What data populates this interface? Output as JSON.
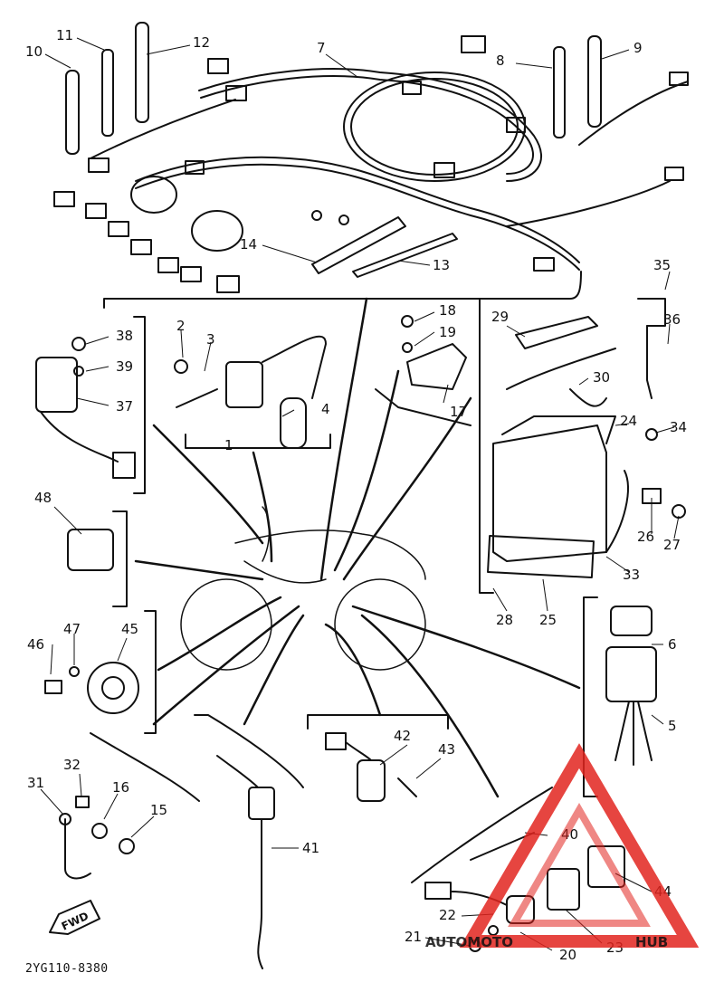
{
  "diagram": {
    "drawing_code": "2YG110-8380",
    "direction_tag": "FWD",
    "callouts": [
      "1",
      "2",
      "3",
      "4",
      "5",
      "6",
      "7",
      "8",
      "9",
      "10",
      "11",
      "12",
      "13",
      "14",
      "15",
      "16",
      "17",
      "18",
      "19",
      "20",
      "21",
      "22",
      "23",
      "24",
      "25",
      "26",
      "27",
      "28",
      "29",
      "30",
      "31",
      "32",
      "33",
      "34",
      "35",
      "36",
      "37",
      "38",
      "39",
      "40",
      "41",
      "42",
      "43",
      "44",
      "45",
      "46",
      "47",
      "48"
    ]
  },
  "watermark": {
    "text_left": "AUTOMOTO",
    "text_right": "HUB",
    "colors": {
      "accent": "#e2241f",
      "gold": "#f2b21c",
      "gray": "#8a8a8a"
    }
  },
  "colors": {
    "ink": "#111111",
    "paper": "#ffffff"
  }
}
